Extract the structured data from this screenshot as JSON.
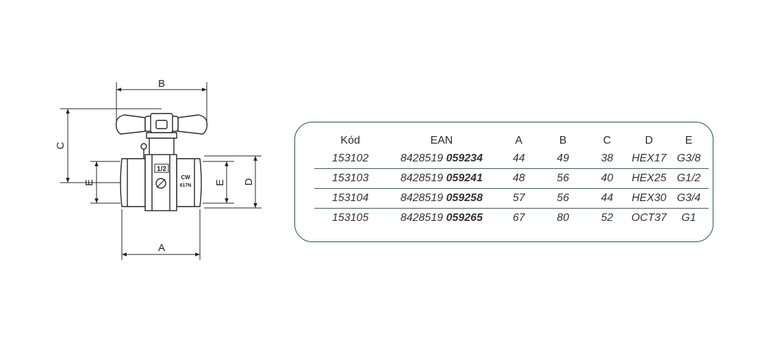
{
  "drawing": {
    "dimension_labels": {
      "a": "A",
      "b": "B",
      "c": "C",
      "d": "D",
      "e": "E"
    },
    "valve_markings": {
      "size": "1/2",
      "material_line1": "CW",
      "material_line2": "617N"
    }
  },
  "table": {
    "headers": [
      "Kód",
      "EAN",
      "A",
      "B",
      "C",
      "D",
      "E"
    ],
    "rows": [
      {
        "code": "153102",
        "ean_prefix": "8428519",
        "ean_suffix": "059234",
        "a": "44",
        "b": "49",
        "c": "38",
        "d": "HEX17",
        "e": "G3/8"
      },
      {
        "code": "153103",
        "ean_prefix": "8428519",
        "ean_suffix": "059241",
        "a": "48",
        "b": "56",
        "c": "40",
        "d": "HEX25",
        "e": "G1/2"
      },
      {
        "code": "153104",
        "ean_prefix": "8428519",
        "ean_suffix": "059258",
        "a": "57",
        "b": "56",
        "c": "44",
        "d": "HEX30",
        "e": "G3/4"
      },
      {
        "code": "153105",
        "ean_prefix": "8428519",
        "ean_suffix": "059265",
        "a": "67",
        "b": "80",
        "c": "52",
        "d": "OCT37",
        "e": "G1"
      }
    ]
  }
}
